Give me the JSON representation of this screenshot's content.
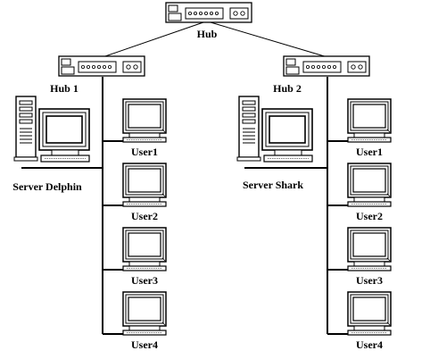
{
  "diagram": {
    "top_hub": {
      "label": "Hub"
    },
    "left": {
      "hub_label": "Hub 1",
      "server_label": "Server Delphin",
      "users": [
        "User1",
        "User2",
        "User3",
        "User4"
      ]
    },
    "right": {
      "hub_label": "Hub 2",
      "server_label": "Server Shark",
      "users": [
        "User1",
        "User2",
        "User3",
        "User4"
      ]
    }
  }
}
